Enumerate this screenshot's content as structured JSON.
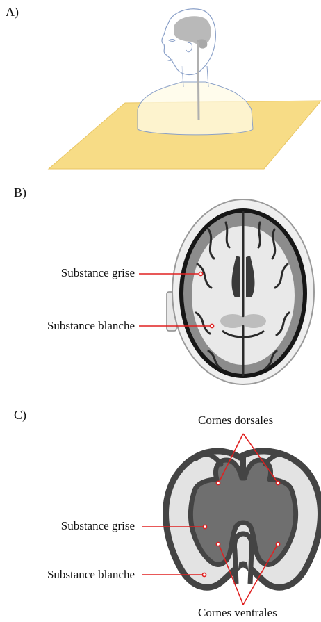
{
  "panels": {
    "a": {
      "label": "A)"
    },
    "b": {
      "label": "B)",
      "callouts": {
        "grey_matter": "Substance grise",
        "white_matter": "Substance blanche"
      }
    },
    "c": {
      "label": "C)",
      "callouts": {
        "dorsal_horns": "Cornes dorsales",
        "grey_matter": "Substance grise",
        "white_matter": "Substance blanche",
        "ventral_horns": "Cornes ventrales"
      }
    }
  },
  "colors": {
    "callout_line": "#e02020",
    "plane": "#f7dc86",
    "head_outline": "#8aa0c8",
    "brain_grey": "#b9b9b9",
    "cord_white_matter": "#e3e3e3",
    "cord_grey_matter": "#6f6f6f",
    "cord_outline": "#444444"
  }
}
